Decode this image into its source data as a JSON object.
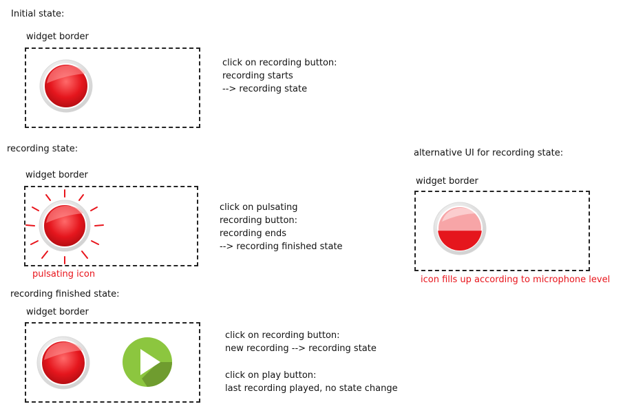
{
  "states": {
    "initial": {
      "heading": "Initial state:",
      "widget_label": "widget border",
      "note": [
        "click on recording button:",
        "recording starts",
        "--> recording state"
      ]
    },
    "recording": {
      "heading": "recording state:",
      "widget_label": "widget border",
      "caption": "pulsating icon",
      "note": [
        "click on pulsating",
        "recording button:",
        "recording ends",
        "--> recording finished state"
      ]
    },
    "alternative": {
      "heading": "alternative UI for recording state:",
      "widget_label": "widget border",
      "caption": "icon fills up according to microphone level",
      "fill_level_fraction": 0.45
    },
    "finished": {
      "heading": "recording finished state:",
      "widget_label": "widget border",
      "note1": [
        "click on recording button:",
        "new recording --> recording state"
      ],
      "note2": [
        "click on play button:",
        "last recording played, no state change"
      ]
    }
  },
  "icons": [
    "record-button-icon",
    "pulsating-record-icon",
    "level-record-icon",
    "play-button-icon"
  ],
  "colors": {
    "record_red": "#e51b20",
    "play_green": "#8cc63f",
    "caption_red": "#e8141b"
  }
}
